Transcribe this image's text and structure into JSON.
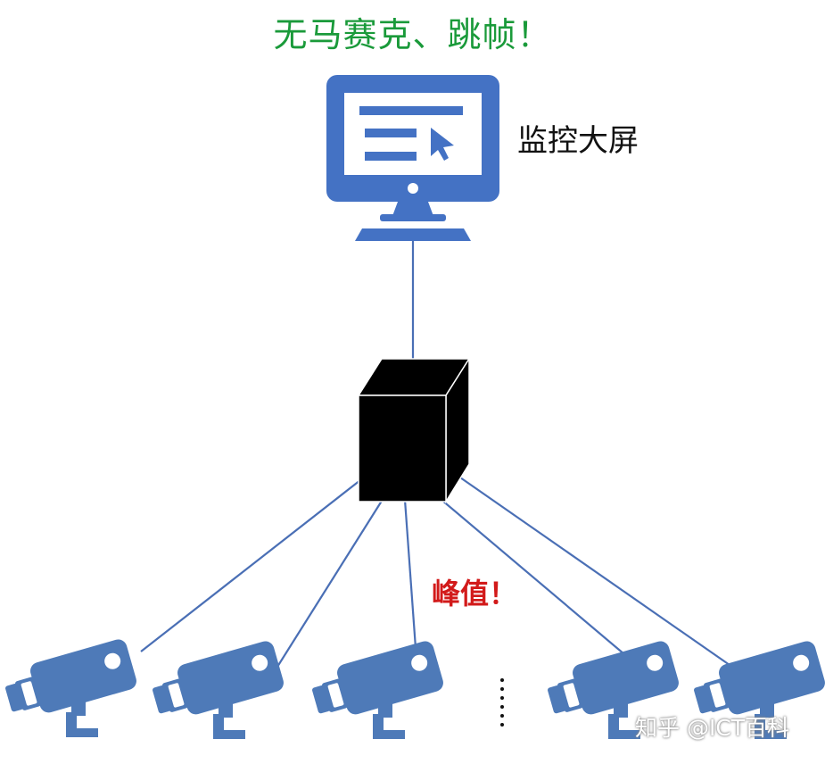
{
  "title": "无马赛克、跳帧！",
  "monitor_label": "监控大屏",
  "peak_label": "峰值！",
  "watermark": "知乎 @ICT百科",
  "colors": {
    "title": "#1a9a3a",
    "peak": "#d21a1a",
    "monitor": "#4472c4",
    "camera": "#4e7ab8",
    "lines": "#4a6fb5",
    "box": "#000000"
  },
  "icons": [
    "monitor-icon",
    "switch-box-icon",
    "camera-icon",
    "ellipsis-dots"
  ]
}
